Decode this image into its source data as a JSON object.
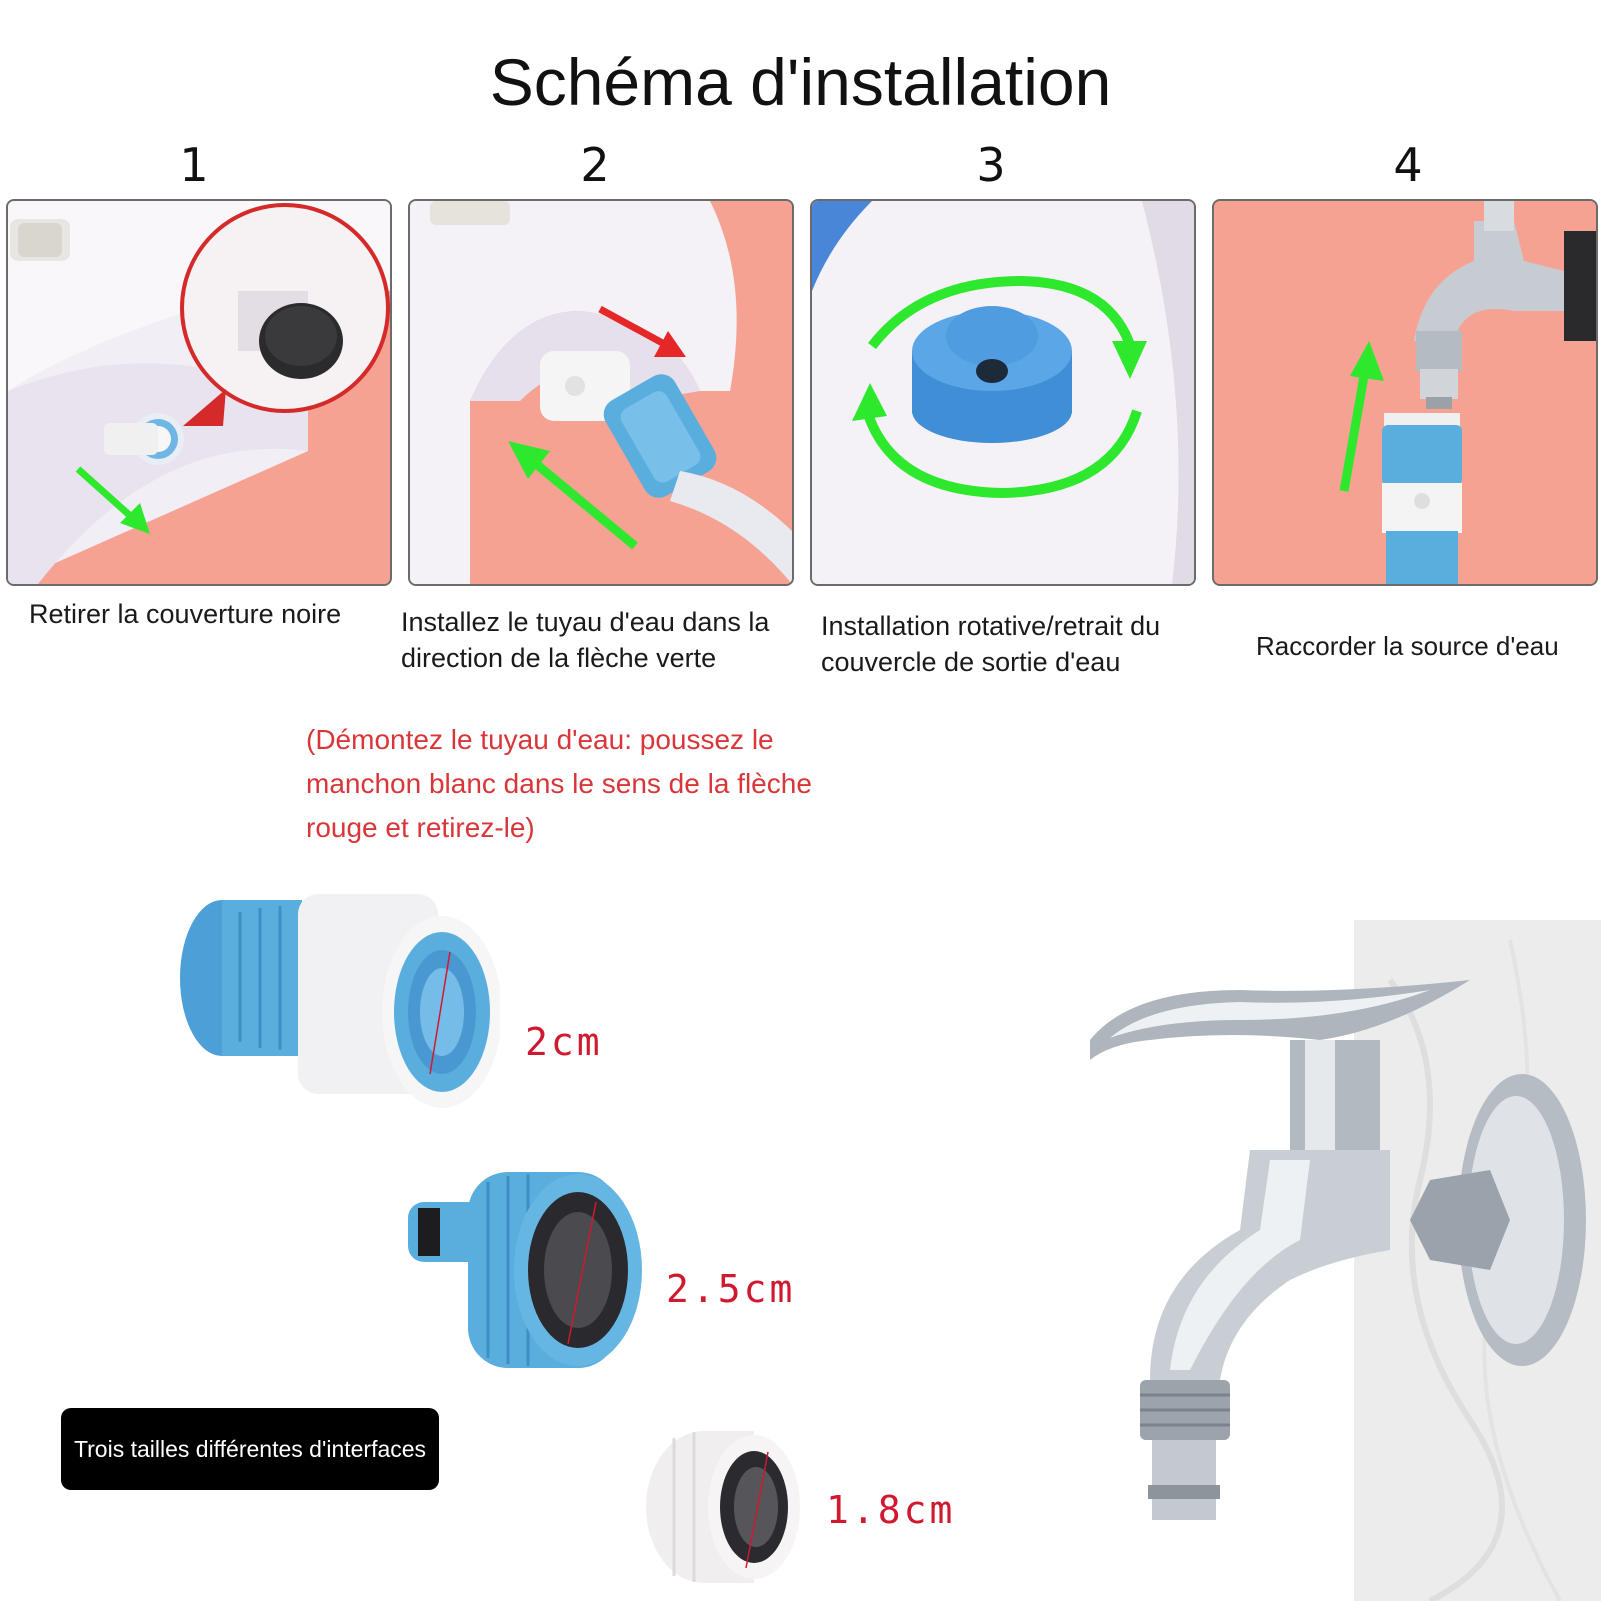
{
  "title": "Schéma d'installation",
  "steps": [
    {
      "number": "1",
      "caption": "Retirer la couverture noire"
    },
    {
      "number": "2",
      "caption": "Installez le tuyau d'eau dans la direction de la flèche verte"
    },
    {
      "number": "3",
      "caption": "Installation rotative/retrait du couvercle de sortie d'eau"
    },
    {
      "number": "4",
      "caption": "Raccorder la source d'eau"
    }
  ],
  "note": "(Démontez le tuyau d'eau: poussez le manchon blanc dans le sens de la flèche rouge et retirez-le)",
  "sizes": [
    "2cm",
    "2.5cm",
    "1.8cm"
  ],
  "badge": "Trois tailles différentes d'interfaces",
  "colors": {
    "panel_background": "#f7a494",
    "connector_blue": "#5aaede",
    "arrow_green": "#2ee82e",
    "arrow_red": "#e62727",
    "size_label": "#d0192e",
    "note_text": "#d9363a"
  }
}
